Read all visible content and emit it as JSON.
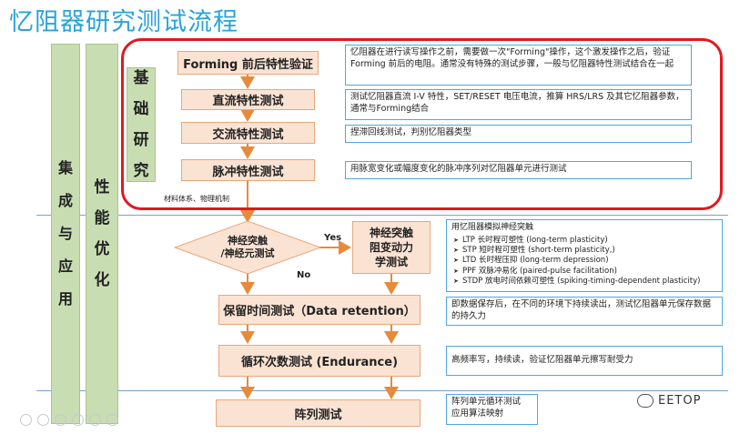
{
  "title": "忆阻器研究测试流程",
  "left_columns": {
    "integration": [
      "集",
      "成",
      "与",
      "应",
      "用"
    ],
    "performance": [
      "性",
      "能",
      "优",
      "化"
    ],
    "basic": [
      "基",
      "础",
      "研",
      "究"
    ]
  },
  "basic_note": "材料体系、物理机制",
  "steps": {
    "forming": "Forming 前后特性验证",
    "dc": "直流特性测试",
    "ac": "交流特性测试",
    "pulse": "脉冲特性测试",
    "synapse_decision_line1": "神经突触",
    "synapse_decision_line2": "/神经元测试",
    "synapse_dyn_line1": "神经突触",
    "synapse_dyn_line2": "阻变动力",
    "synapse_dyn_line3": "学测试",
    "retention": "保留时间测试（Data retention）",
    "endurance": "循环次数测试 (Endurance)",
    "array": "阵列测试"
  },
  "branch_labels": {
    "yes": "Yes",
    "no": "No"
  },
  "descriptions": {
    "forming": "忆阻器在进行读写操作之前，需要做一次\"Forming\"操作，这个激发操作之后，验证 Forming 前后的电阻。通常没有特殊的测试步骤，一般与忆阻器特性测试结合在一起",
    "dc": "测试忆阻器直流 I-V 特性，SET/RESET 电压电流，推算 HRS/LRS 及其它忆阻器参数，通常与Forming结合",
    "ac": "捏滞回线测试，判别忆阻器类型",
    "pulse": "用脉宽变化或幅度变化的脉冲序列对忆阻器单元进行测试",
    "synapse_title": "用忆阻器模拟神经突触",
    "synapse_items": [
      "LTP 长时程可塑性 (long-term plasticity)",
      "STP 短时程可塑性 (short-term plasticity,)",
      "LTD 长时程压抑 (long-term depression)",
      "PPF 双脉冲易化 (paired-pulse facilitation)",
      "STDP 放电时间依赖可塑性 (spiking-timing-dependent plasticity)"
    ],
    "retention": "即数据保存后，在不同的环境下持续读出，测试忆阻器单元保存数据的持久力",
    "endurance": "高频率写，持续读，验证忆阻器单元擦写耐受力",
    "array_line1": "阵列单元循环测试",
    "array_line2": "应用算法映射"
  },
  "watermark": "EETOP",
  "colors": {
    "title": "#2aa3d9",
    "column_fill": "#c9ddb3",
    "step_fill": "#fbe3d3",
    "step_border": "#e8a77b",
    "desc_border": "#4fa7e0",
    "highlight": "#e0191f",
    "arrow": "#e68a3c"
  }
}
